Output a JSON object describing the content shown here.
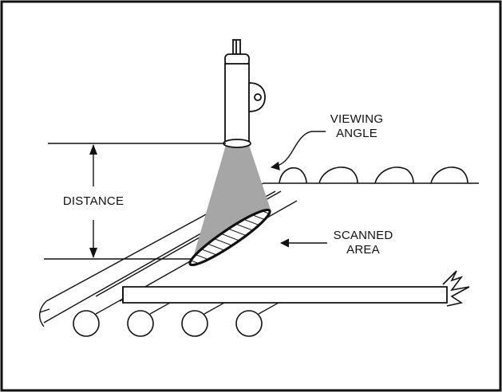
{
  "labels": {
    "distance": "DISTANCE",
    "viewing_angle_line1": "VIEWING",
    "viewing_angle_line2": "ANGLE",
    "scanned_area_line1": "SCANNED",
    "scanned_area_line2": "AREA"
  },
  "colors": {
    "ink": "#111111",
    "beam": "#a6a6a6",
    "background": "#ffffff"
  }
}
